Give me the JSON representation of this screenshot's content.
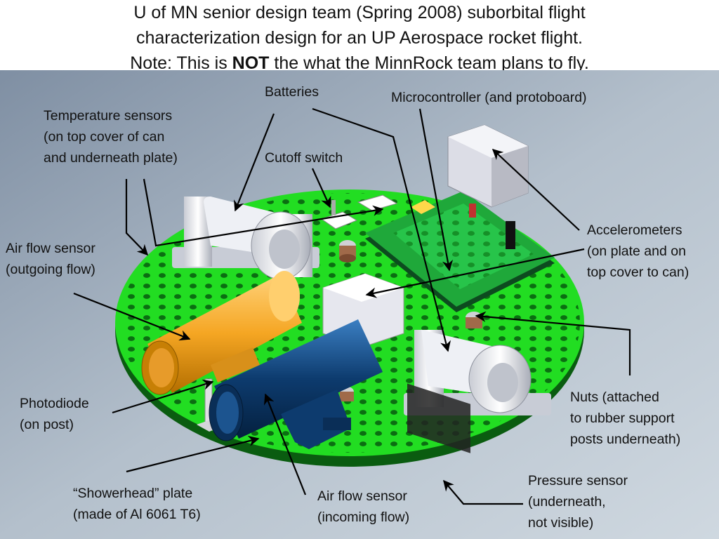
{
  "title": {
    "line1": "U of MN senior design team (Spring 2008) suborbital flight",
    "line2": "characterization design for an UP Aerospace rocket flight.",
    "line3_prefix": "Note:  This is ",
    "line3_bold": "NOT",
    "line3_suffix": " the what the MinnRock team plans to fly."
  },
  "labels": {
    "batteries": "Batteries",
    "microcontroller": "Microcontroller (and protoboard)",
    "temperature": [
      "Temperature sensors",
      "(on top cover of can",
      "and underneath plate)"
    ],
    "cutoff": "Cutoff switch",
    "airflow_out": [
      "Air flow sensor",
      "(outgoing flow)"
    ],
    "accelerometers": [
      "Accelerometers",
      "(on plate and on",
      "top cover to can)"
    ],
    "photodiode": [
      "Photodiode",
      "(on post)"
    ],
    "nuts": [
      "Nuts (attached",
      "to rubber support",
      "posts underneath)"
    ],
    "pressure": [
      "Pressure sensor",
      "(underneath,",
      "not visible)"
    ],
    "showerhead": [
      "“Showerhead” plate",
      "(made of Al 6061 T6)"
    ],
    "airflow_in": [
      "Air flow sensor",
      "(incoming flow)"
    ]
  },
  "colors": {
    "plate": "#22dd22",
    "background": "#9aa9b8",
    "sensor_orange": "#f5a623",
    "sensor_blue": "#0d3b6e",
    "battery": "#e8e8ee",
    "pcb": "#1fa83a"
  }
}
